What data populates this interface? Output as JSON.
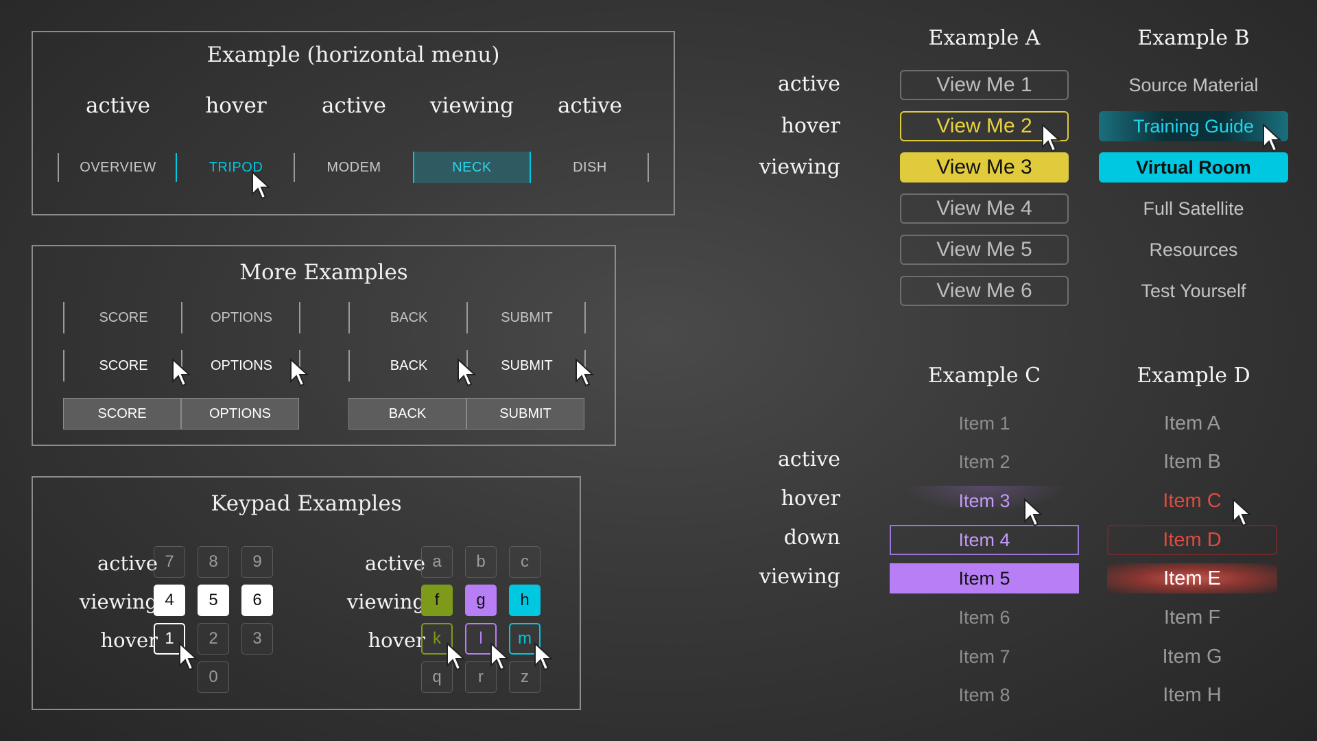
{
  "colors": {
    "teal": "#00c8e0",
    "yellow": "#e0cb3c",
    "purple": "#b77ef5",
    "red": "#e04a40",
    "olive": "#7d9a1a"
  },
  "horizontal_menu": {
    "title": "Example (horizontal menu)",
    "states": [
      "active",
      "hover",
      "active",
      "viewing",
      "active"
    ],
    "items": [
      "OVERVIEW",
      "TRIPOD",
      "MODEM",
      "NECK",
      "DISH"
    ]
  },
  "more_examples": {
    "title": "More Examples",
    "row1": [
      "SCORE",
      "OPTIONS",
      "BACK",
      "SUBMIT"
    ],
    "row2": [
      "SCORE",
      "OPTIONS",
      "BACK",
      "SUBMIT"
    ],
    "row3": [
      "SCORE",
      "OPTIONS",
      "BACK",
      "SUBMIT"
    ]
  },
  "keypad": {
    "title": "Keypad Examples",
    "labels": [
      "active",
      "viewing",
      "hover"
    ],
    "num_rows": [
      [
        "7",
        "8",
        "9"
      ],
      [
        "4",
        "5",
        "6"
      ],
      [
        "1",
        "2",
        "3"
      ],
      [
        "0"
      ]
    ],
    "letter_rows": [
      [
        "a",
        "b",
        "c"
      ],
      [
        "f",
        "g",
        "h"
      ],
      [
        "k",
        "l",
        "m"
      ],
      [
        "q",
        "r",
        "z"
      ]
    ]
  },
  "example_a": {
    "title": "Example A",
    "items": [
      "View Me 1",
      "View Me 2",
      "View Me 3",
      "View Me 4",
      "View Me 5",
      "View Me 6"
    ]
  },
  "example_b": {
    "title": "Example B",
    "items": [
      "Source Material",
      "Training Guide",
      "Virtual Room",
      "Full Satellite",
      "Resources",
      "Test Yourself"
    ]
  },
  "top_labels": [
    "active",
    "hover",
    "viewing"
  ],
  "example_c": {
    "title": "Example C",
    "items": [
      "Item 1",
      "Item 2",
      "Item 3",
      "Item 4",
      "Item 5",
      "Item 6",
      "Item 7",
      "Item 8"
    ]
  },
  "example_d": {
    "title": "Example D",
    "items": [
      "Item A",
      "Item B",
      "Item C",
      "Item D",
      "Item E",
      "Item F",
      "Item G",
      "Item H"
    ]
  },
  "bottom_labels": [
    "active",
    "hover",
    "down",
    "viewing"
  ]
}
